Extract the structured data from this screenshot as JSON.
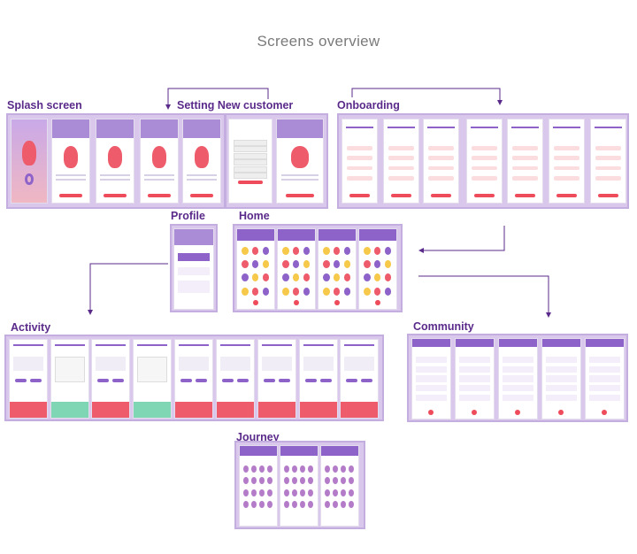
{
  "page": {
    "title": "Screens overview",
    "accent_color": "#5a2a8a",
    "frame_color": "#d9c8ec",
    "arrow_color": "#5a2a8a",
    "cta_color": "#ee4b5b"
  },
  "sections": {
    "splash": {
      "label": "Splash screen"
    },
    "setting": {
      "label": "Setting New customer"
    },
    "onboarding": {
      "label": "Onboarding"
    },
    "profile": {
      "label": "Profile"
    },
    "home": {
      "label": "Home"
    },
    "activity": {
      "label": "Activity"
    },
    "community": {
      "label": "Community"
    },
    "journey": {
      "label": "Journey"
    }
  }
}
